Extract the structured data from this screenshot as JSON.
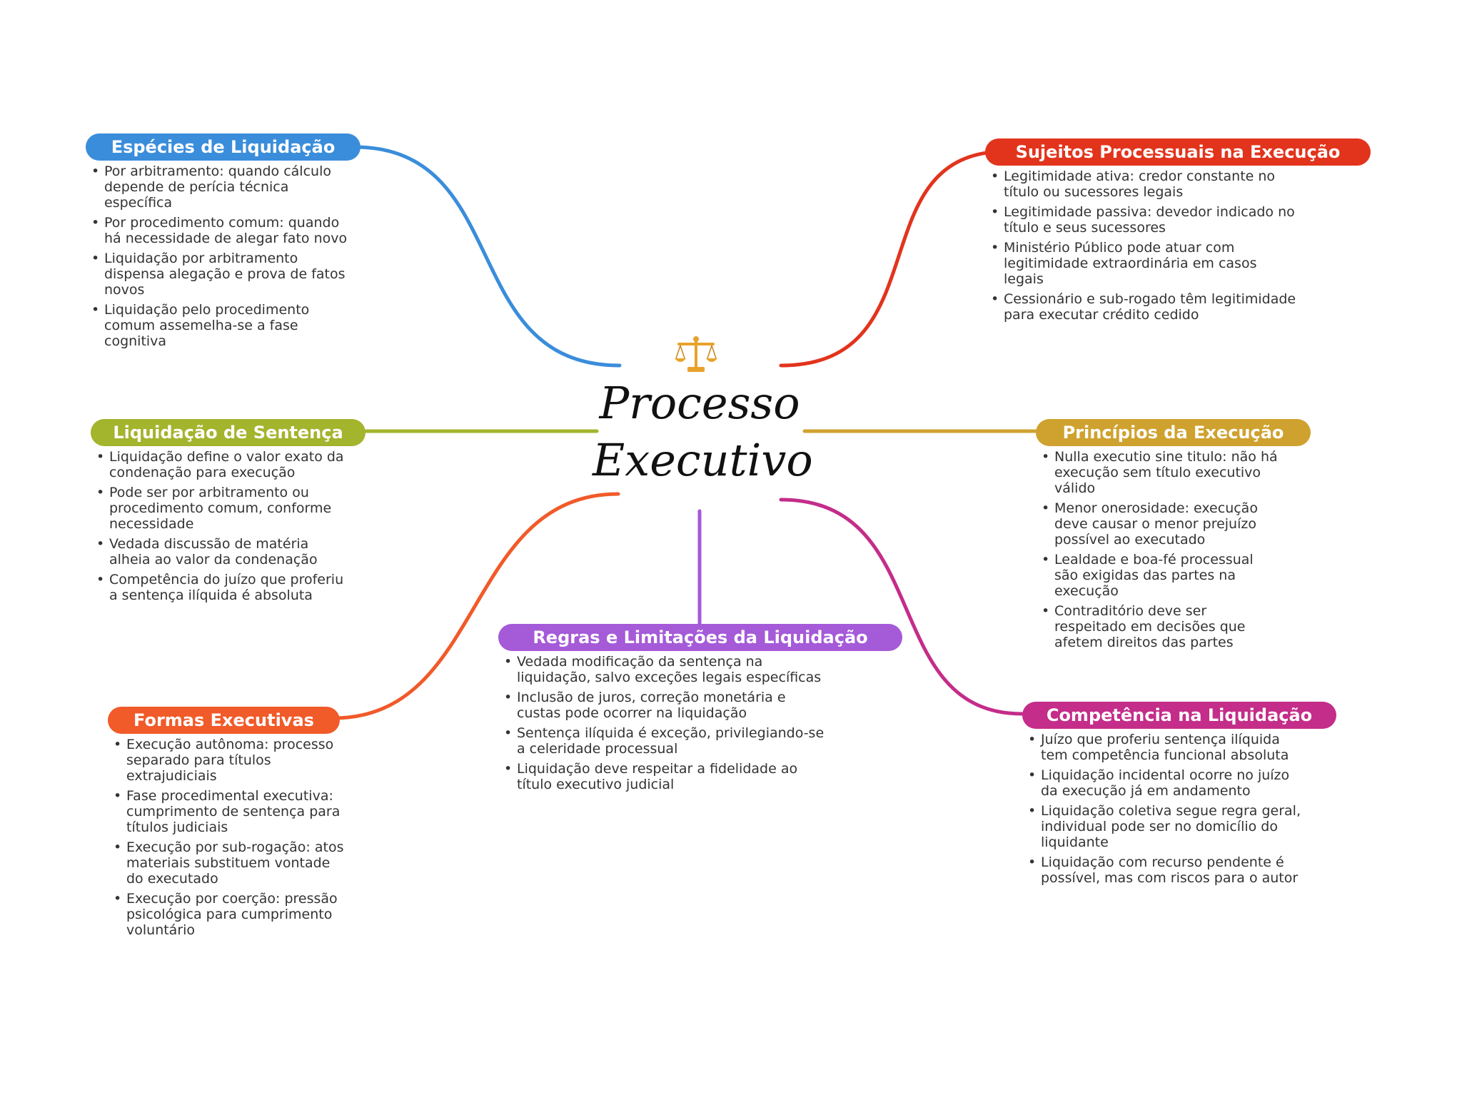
{
  "center": {
    "title_line1": "Processo",
    "title_line2": "Executivo",
    "icon": "balance-scale-icon"
  },
  "colors": {
    "blue": "#3A8DDB",
    "olive": "#A3B42D",
    "orange": "#F15A29",
    "red": "#E2341D",
    "gold": "#CFA22F",
    "magenta": "#C42D8A",
    "purple": "#A55AD8"
  },
  "branches": {
    "especies": {
      "title": "Espécies de Liquidação",
      "items": [
        "Por arbitramento: quando cálculo depende de perícia técnica específica",
        "Por procedimento comum: quando há necessidade de alegar fato novo",
        "Liquidação por arbitramento dispensa alegação e prova de fatos novos",
        "Liquidação pelo procedimento comum assemelha-se a fase cognitiva"
      ]
    },
    "liquidacao_sentenca": {
      "title": "Liquidação de Sentença",
      "items": [
        "Liquidação define o valor exato da condenação para execução",
        "Pode ser por arbitramento ou procedimento comum, conforme necessidade",
        "Vedada discussão de matéria alheia ao valor da condenação",
        "Competência do juízo que proferiu a sentença ilíquida é absoluta"
      ]
    },
    "formas": {
      "title": "Formas Executivas",
      "items": [
        "Execução autônoma: processo separado para títulos extrajudiciais",
        "Fase procedimental executiva: cumprimento de sentença para títulos judiciais",
        "Execução por sub-rogação: atos materiais substituem vontade do executado",
        "Execução por coerção: pressão psicológica para cumprimento voluntário"
      ]
    },
    "regras": {
      "title": "Regras e Limitações da Liquidação",
      "items": [
        "Vedada modificação da sentença na liquidação, salvo exceções legais específicas",
        "Inclusão de juros, correção monetária e custas pode ocorrer na liquidação",
        "Sentença ilíquida é exceção, privilegiando-se a celeridade processual",
        "Liquidação deve respeitar a fidelidade ao título executivo judicial"
      ]
    },
    "sujeitos": {
      "title": "Sujeitos Processuais na Execução",
      "items": [
        "Legitimidade ativa: credor constante no título ou sucessores legais",
        "Legitimidade passiva: devedor indicado no título e seus sucessores",
        "Ministério Público pode atuar com legitimidade extraordinária em casos legais",
        "Cessionário e sub-rogado têm legitimidade para executar crédito cedido"
      ]
    },
    "principios": {
      "title": "Princípios da Execução",
      "items": [
        "Nulla executio sine titulo: não há execução sem título executivo válido",
        "Menor onerosidade: execução deve causar o menor prejuízo possível ao executado",
        "Lealdade e boa-fé processual são exigidas das partes na execução",
        "Contraditório deve ser respeitado em decisões que afetem direitos das partes"
      ]
    },
    "competencia": {
      "title": "Competência na Liquidação",
      "items": [
        "Juízo que proferiu sentença ilíquida tem competência funcional absoluta",
        "Liquidação incidental ocorre no juízo da execução já em andamento",
        "Liquidação coletiva segue regra geral, individual pode ser no domicílio do liquidante",
        "Liquidação com recurso pendente é possível, mas com riscos para o autor"
      ]
    }
  }
}
